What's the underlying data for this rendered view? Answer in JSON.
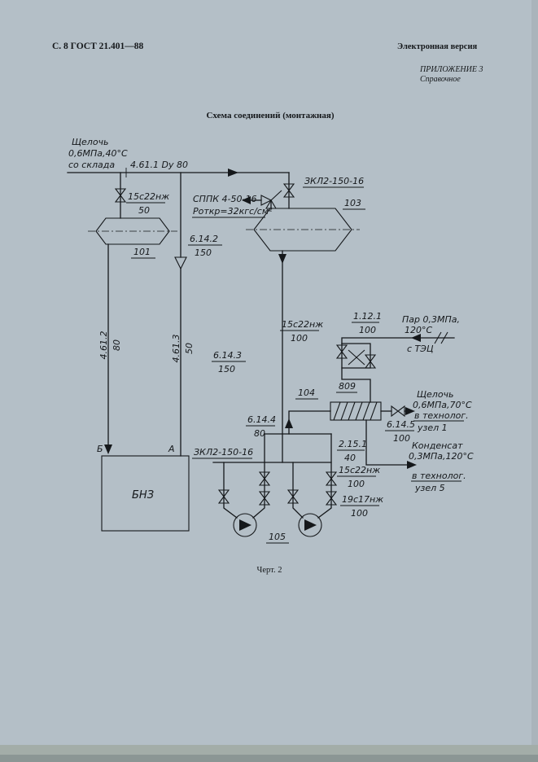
{
  "colors": {
    "paper": "#b4bfc7",
    "ink": "#15181b",
    "bottom_band": "#a3ada8",
    "bottom_band_dark": "#8b9694"
  },
  "page": {
    "header_left": "С. 8 ГОСТ 21.401—88",
    "header_right": "Электронная версия",
    "appendix": {
      "line1": "ПРИЛОЖЕНИЕ 3",
      "line2": "Справочное"
    },
    "title": "Схема соединений (монтажная)",
    "caption": "Черт. 2"
  },
  "diagram": {
    "alkali_source": {
      "line1": "Щелочь",
      "line2": "0,6МПа,40°С",
      "line3": "со склада"
    },
    "pipes": {
      "p4611": "4.61.1 Dу 80",
      "p4612": {
        "num": "4.61.2",
        "dn": "80"
      },
      "p4613": {
        "num": "4.61.3",
        "dn": "50"
      },
      "p6142": {
        "num": "6.14.2",
        "dn": "150"
      },
      "p6143": {
        "num": "6.14.3",
        "dn": "150"
      },
      "p6144": {
        "num": "6.14.4",
        "dn": "80"
      },
      "p6145": {
        "num": "6.14.5",
        "dn": "100"
      },
      "p1121": {
        "num": "1.12.1",
        "dn": "100"
      },
      "p2151": {
        "num": "2.15.1",
        "dn": "40"
      }
    },
    "valves": {
      "v15s22_50": {
        "name": "15с22нж",
        "dn": "50"
      },
      "v15s22_100_steam": {
        "name": "15с22нж",
        "dn": "100"
      },
      "v15s22_100_pump": {
        "name": "15с22нж",
        "dn": "100"
      },
      "v19s17_100": {
        "name": "19с17нж",
        "dn": "100"
      },
      "zkl_top": "ЗКЛ2-150-16",
      "zkl_bottom": "ЗКЛ2-150-16",
      "sppk": {
        "line1": "СППК 4-50-16",
        "line2": "Роткр=32кгс/см²"
      },
      "group809": "809"
    },
    "equipment": {
      "vessel101": "101",
      "vessel103": "103",
      "he104": "104",
      "pumps105": "105",
      "tank": "БНЗ",
      "point_b": "Б",
      "point_a": "А"
    },
    "steam_in": {
      "line1": "Пар 0,3МПа,",
      "line2": "120°С",
      "line3": "с ТЭЦ"
    },
    "alkali_out": {
      "line1": "Щелочь",
      "line2": "0,6МПа,70°С",
      "line3": "в технолог.",
      "line4": "узел 1"
    },
    "condensate_out": {
      "line1": "Конденсат",
      "line2": "0,3МПа,120°С",
      "line3": "в технолог.",
      "line4": "узел 5"
    }
  }
}
